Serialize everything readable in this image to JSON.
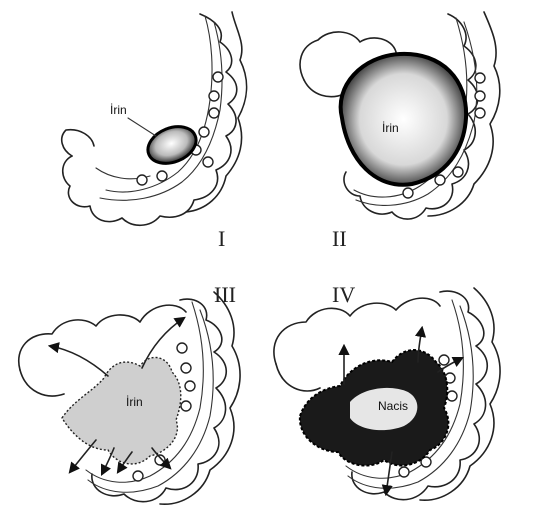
{
  "panels": [
    {
      "numeral": "I",
      "label": "İrin"
    },
    {
      "numeral": "II",
      "label": "İrin"
    },
    {
      "numeral": "III",
      "label": "İrin"
    },
    {
      "numeral": "IV",
      "label": "Nacis"
    }
  ],
  "colors": {
    "ink": "#222222",
    "background": "#ffffff"
  }
}
